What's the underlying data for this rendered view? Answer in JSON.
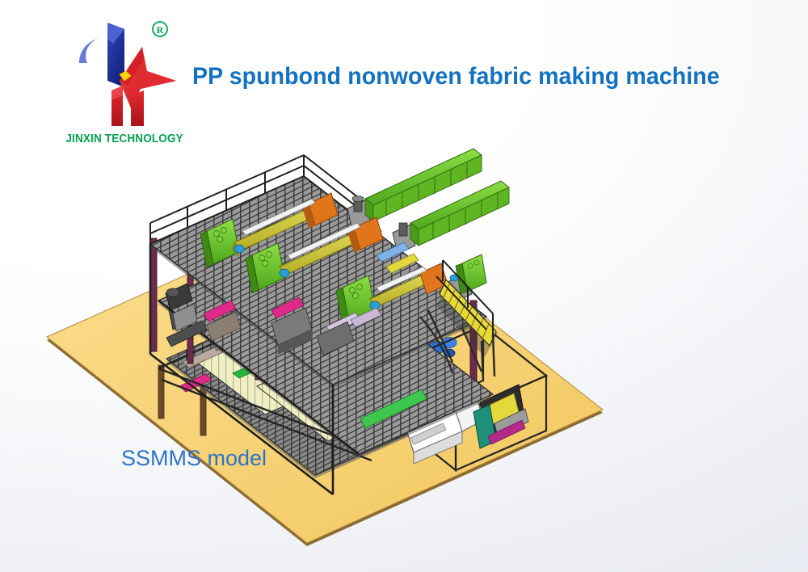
{
  "page": {
    "background_top_left": "#ffffff",
    "background_bottom_right": "#e7eaf0"
  },
  "logo": {
    "company_name": "JINXIN TECHNOLOGY",
    "registered_mark": "®",
    "colors": {
      "blue_dark": "#1b2f93",
      "blue_light": "#3a57c4",
      "red": "#e0222b",
      "red_dark": "#b81a22",
      "yellow": "#f5d40a",
      "green": "#00a24d"
    }
  },
  "header": {
    "title": "PP spunbond nonwoven fabric making machine",
    "title_color": "#1272c0"
  },
  "caption": {
    "model": "SSMMS model",
    "color": "#2f73c8"
  },
  "illustration": {
    "subject": "3D CAD rendering of a PP spunbond nonwoven fabric production line",
    "view": "isometric",
    "floor": {
      "color": "#f7d275",
      "edge_color": "#8a6a33",
      "shape": "flat rectangular base plate"
    },
    "structure": {
      "frame_color": "#2b2b2b",
      "column_color": "#6b2b4a",
      "grating_color": "#7d7d7d",
      "mezzanine_levels": 2
    },
    "components": [
      {
        "name": "extruder-hopper",
        "color": "#6ec72b",
        "count": 5
      },
      {
        "name": "screw-extruder-barrel",
        "color": "#cfc933",
        "count": 5
      },
      {
        "name": "gearbox-drive",
        "color": "#e0751c",
        "count": 4
      },
      {
        "name": "spin-beam-die",
        "color": "#8c8c8c",
        "count": 5
      },
      {
        "name": "forming-belt-conveyor",
        "color": "#efeec4",
        "count": 4
      },
      {
        "name": "belt-guide-rail",
        "color": "#25b53c",
        "count": 4
      },
      {
        "name": "calender-bonding-roller",
        "color": "#e02a8a",
        "count": 3
      },
      {
        "name": "access-staircase",
        "color": "#e7d93a",
        "count": 1
      },
      {
        "name": "winder-fabric-roll",
        "color": "#ffffff",
        "count": 1
      },
      {
        "name": "slitting-rewinder",
        "color": "#1f8f7a",
        "count": 1
      },
      {
        "name": "drive-motor",
        "color": "#2a6fd6",
        "count": 2
      },
      {
        "name": "support-leg",
        "color": "#6a4a2a",
        "count": 8
      }
    ]
  }
}
